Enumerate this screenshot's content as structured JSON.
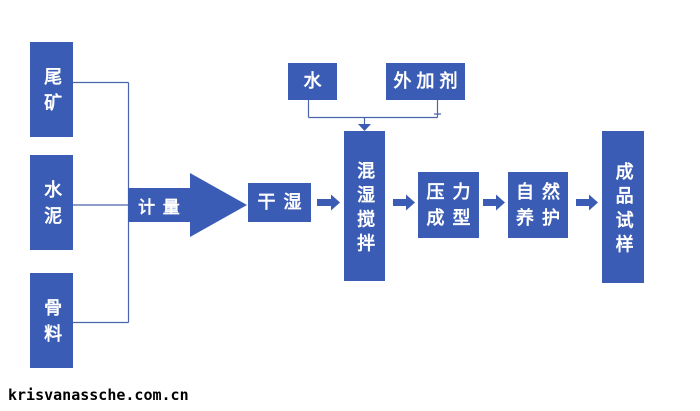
{
  "colors": {
    "node_fill": "#3b5cb4",
    "node_text": "#ffffff",
    "connector": "#4a63ad",
    "background": "#ffffff",
    "watermark": "#000000"
  },
  "diagram": {
    "raw_inputs": [
      {
        "label": "尾矿"
      },
      {
        "label": "水泥"
      },
      {
        "label": "骨料"
      }
    ],
    "metering_arrow_label": "计量",
    "additive_inputs": [
      {
        "label": "水"
      },
      {
        "label": "外加剂"
      }
    ],
    "steps": {
      "dry_wet": "干湿",
      "mixing": "混湿搅拌",
      "pressing_lines": [
        "压力",
        "成型"
      ],
      "curing_lines": [
        "自然",
        "养护"
      ],
      "sample": "成品试样"
    }
  },
  "watermark_text": "krisvanassche.com.cn"
}
